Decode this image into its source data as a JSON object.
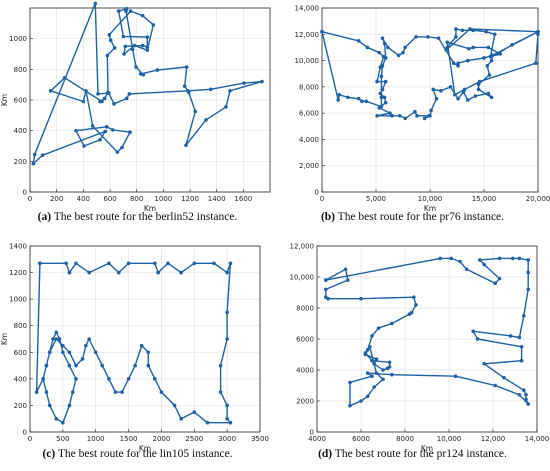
{
  "style": {
    "line_color": "#1f62a6",
    "grid_color": "#e3e3e3",
    "axis_color": "#262626"
  },
  "chart_data": [
    {
      "type": "line",
      "caption_tag": "(a)",
      "caption_text": " The best route for the berlin52 instance.",
      "xlabel": "Km",
      "ylabel": "Km",
      "xlim": [
        0,
        1800
      ],
      "ylim": [
        0,
        1200
      ],
      "xticks": [
        0,
        200,
        400,
        600,
        800,
        1000,
        1200,
        1400,
        1600
      ],
      "yticks": [
        0,
        200,
        400,
        600,
        800,
        1000
      ],
      "xtick_labels": [
        "0",
        "200",
        "400",
        "600",
        "800",
        "1000",
        "1200",
        "1400",
        "1600"
      ],
      "ytick_labels": [
        "0",
        "200",
        "400",
        "600",
        "800",
        "1000"
      ],
      "grid": true,
      "x": [
        25,
        95,
        565,
        525,
        405,
        345,
        575,
        620,
        750,
        690,
        655,
        470,
        420,
        400,
        155,
        260,
        540,
        525,
        560,
        585,
        580,
        635,
        605,
        595,
        755,
        845,
        925,
        880,
        785,
        705,
        715,
        845,
        880,
        880,
        700,
        665,
        725,
        720,
        770,
        795,
        850,
        830,
        955,
        1175,
        1160,
        1190,
        1240,
        1170,
        1320,
        1470,
        1500,
        1740,
        1605,
        1355,
        1185,
        745,
        725,
        630,
        590,
        510,
        490,
        35,
        25
      ],
      "y": [
        185,
        240,
        395,
        340,
        300,
        400,
        425,
        405,
        390,
        290,
        260,
        430,
        660,
        590,
        660,
        745,
        590,
        590,
        610,
        650,
        890,
        940,
        990,
        1025,
        1180,
        1150,
        1090,
        925,
        955,
        900,
        950,
        955,
        945,
        1010,
        1015,
        1180,
        1195,
        1180,
        930,
        815,
        765,
        770,
        795,
        815,
        690,
        650,
        525,
        305,
        470,
        555,
        660,
        720,
        710,
        670,
        660,
        640,
        610,
        575,
        645,
        640,
        1230,
        245,
        185
      ]
    },
    {
      "type": "line",
      "caption_tag": "(b)",
      "caption_text": " The best route for the pr76 instance.",
      "xlabel": "Km",
      "ylabel": "",
      "xlim": [
        0,
        20000
      ],
      "ylim": [
        0,
        14000
      ],
      "xticks": [
        0,
        5000,
        10000,
        15000,
        20000
      ],
      "yticks": [
        0,
        2000,
        4000,
        6000,
        8000,
        10000,
        12000,
        14000
      ],
      "xtick_labels": [
        "0",
        "5,000",
        "10,000",
        "15,000",
        "20,000"
      ],
      "ytick_labels": [
        "0",
        "2,000",
        "4,000",
        "6,000",
        "8,000",
        "10,000",
        "12,000",
        "14,000"
      ],
      "grid": true,
      "x": [
        0,
        3400,
        4200,
        5300,
        5700,
        5400,
        5100,
        5900,
        5600,
        5400,
        5800,
        5900,
        5300,
        6300,
        5100,
        6500,
        7200,
        7700,
        8600,
        8800,
        9900,
        9500,
        10000,
        10100,
        10600,
        10300,
        11000,
        11900,
        12600,
        13100,
        13500,
        14200,
        15400,
        15700,
        14500,
        14500,
        15500,
        15300,
        15700,
        15800,
        20000,
        20000,
        19800,
        14600,
        13200,
        12300,
        11600,
        13600,
        14000,
        15400,
        16500,
        15600,
        16000,
        15200,
        14000,
        13000,
        12400,
        12400,
        11600,
        11500,
        13700,
        20000,
        17600,
        16200,
        15000,
        13500,
        12600,
        12600,
        12200,
        10800,
        9800,
        8700,
        7700,
        7500,
        7100,
        6100,
        5600,
        5800,
        5900,
        5600,
        5500,
        5500,
        5500,
        4100,
        3700,
        3400,
        2400,
        1600,
        1500,
        0
      ],
      "y": [
        12200,
        11500,
        11000,
        10600,
        10300,
        9500,
        8400,
        8400,
        7800,
        7500,
        7200,
        6800,
        6400,
        6000,
        5800,
        5800,
        5800,
        5600,
        6100,
        5800,
        5800,
        5600,
        5800,
        6200,
        7100,
        7800,
        7700,
        8000,
        7100,
        7600,
        7000,
        7300,
        7500,
        7200,
        7800,
        8200,
        8900,
        9600,
        10000,
        10400,
        12200,
        12000,
        9800,
        8400,
        7800,
        7400,
        11400,
        10900,
        11000,
        11000,
        10500,
        10300,
        12000,
        12200,
        12300,
        12300,
        12400,
        11800,
        11000,
        10800,
        12400,
        12200,
        11200,
        10500,
        10200,
        10000,
        9800,
        9600,
        9800,
        11700,
        11800,
        11800,
        11000,
        10600,
        10400,
        11000,
        11700,
        11300,
        10200,
        9600,
        8800,
        7200,
        6500,
        6900,
        6900,
        7100,
        7200,
        7400,
        7000,
        12200
      ]
    },
    {
      "type": "line",
      "caption_tag": "(c)",
      "caption_text": " The best route for the lin105 instance.",
      "xlabel": "Km",
      "ylabel": "Km",
      "xlim": [
        0,
        3500
      ],
      "ylim": [
        0,
        1400
      ],
      "xticks": [
        0,
        500,
        1000,
        1500,
        2000,
        2500,
        3000,
        3500
      ],
      "yticks": [
        0,
        200,
        400,
        600,
        800,
        1000,
        1200,
        1400
      ],
      "xtick_labels": [
        "0",
        "500",
        "1000",
        "1500",
        "2000",
        "2500",
        "3000",
        "3500"
      ],
      "ytick_labels": [
        "0",
        "200",
        "400",
        "600",
        "800",
        "1000",
        "1200",
        "1400"
      ],
      "grid": true,
      "x": [
        150,
        550,
        600,
        700,
        900,
        1200,
        1350,
        1500,
        1900,
        1950,
        2100,
        2300,
        2500,
        2800,
        3000,
        3050,
        3000,
        3000,
        2900,
        2900,
        3000,
        3000,
        3050,
        2700,
        2500,
        2300,
        2200,
        2000,
        1900,
        1800,
        1800,
        1700,
        1600,
        1500,
        1400,
        1300,
        1200,
        1100,
        1000,
        900,
        850,
        800,
        700,
        600,
        500,
        400,
        300,
        250,
        200,
        250,
        300,
        400,
        500,
        600,
        650,
        700,
        600,
        500,
        450,
        400,
        350,
        300,
        250,
        200,
        100,
        150
      ],
      "y": [
        1270,
        1270,
        1200,
        1270,
        1200,
        1270,
        1200,
        1270,
        1270,
        1200,
        1270,
        1200,
        1270,
        1270,
        1200,
        1270,
        900,
        700,
        500,
        300,
        200,
        100,
        70,
        70,
        150,
        100,
        200,
        300,
        400,
        500,
        600,
        650,
        500,
        400,
        300,
        300,
        400,
        500,
        600,
        700,
        650,
        550,
        500,
        600,
        650,
        700,
        600,
        500,
        400,
        300,
        200,
        100,
        70,
        200,
        300,
        400,
        500,
        600,
        700,
        750,
        700,
        600,
        500,
        400,
        300,
        1270
      ]
    },
    {
      "type": "line",
      "caption_tag": "(d)",
      "caption_text": " The best route for the pr124 instance.",
      "xlabel": "Km",
      "ylabel": "",
      "xlim": [
        4000,
        14000
      ],
      "ylim": [
        0,
        12000
      ],
      "xticks": [
        4000,
        6000,
        8000,
        10000,
        12000,
        14000
      ],
      "yticks": [
        0,
        2000,
        4000,
        6000,
        8000,
        10000,
        12000
      ],
      "xtick_labels": [
        "4000",
        "6000",
        "8000",
        "10,000",
        "12,000",
        "14,000"
      ],
      "ytick_labels": [
        "0",
        "2000",
        "4000",
        "6000",
        "8000",
        "10,000",
        "12,000"
      ],
      "grid": true,
      "x": [
        4400,
        5300,
        5400,
        4400,
        4400,
        4500,
        6000,
        8400,
        8500,
        8300,
        8200,
        7400,
        6800,
        6500,
        6300,
        6200,
        6500,
        7300,
        7300,
        7200,
        7000,
        6600,
        6700,
        6200,
        6400,
        6700,
        7000,
        6600,
        6300,
        6000,
        5500,
        5500,
        6500,
        6300,
        7400,
        10300,
        12100,
        13200,
        13600,
        13500,
        13500,
        13400,
        12500,
        11600,
        13300,
        13300,
        11300,
        11100,
        12800,
        13200,
        13400,
        13600,
        13600,
        13600,
        13200,
        12900,
        12300,
        11400,
        11600,
        12300,
        12100,
        10800,
        10500,
        10100,
        9600,
        4400
      ],
      "y": [
        9800,
        10500,
        9800,
        9200,
        8700,
        8600,
        8600,
        8700,
        8200,
        7700,
        7600,
        7000,
        6700,
        6200,
        5300,
        5100,
        4600,
        4500,
        4200,
        4100,
        4000,
        4400,
        4700,
        5000,
        5500,
        3800,
        3400,
        2900,
        2300,
        2000,
        1700,
        3200,
        3600,
        3800,
        3700,
        3600,
        3000,
        2400,
        1800,
        2100,
        2400,
        2700,
        3500,
        4400,
        4600,
        5500,
        6000,
        6500,
        6200,
        6100,
        7500,
        9200,
        10300,
        11100,
        11200,
        11200,
        11200,
        11100,
        10800,
        9900,
        9600,
        10500,
        11000,
        11200,
        11200,
        9800
      ]
    }
  ]
}
